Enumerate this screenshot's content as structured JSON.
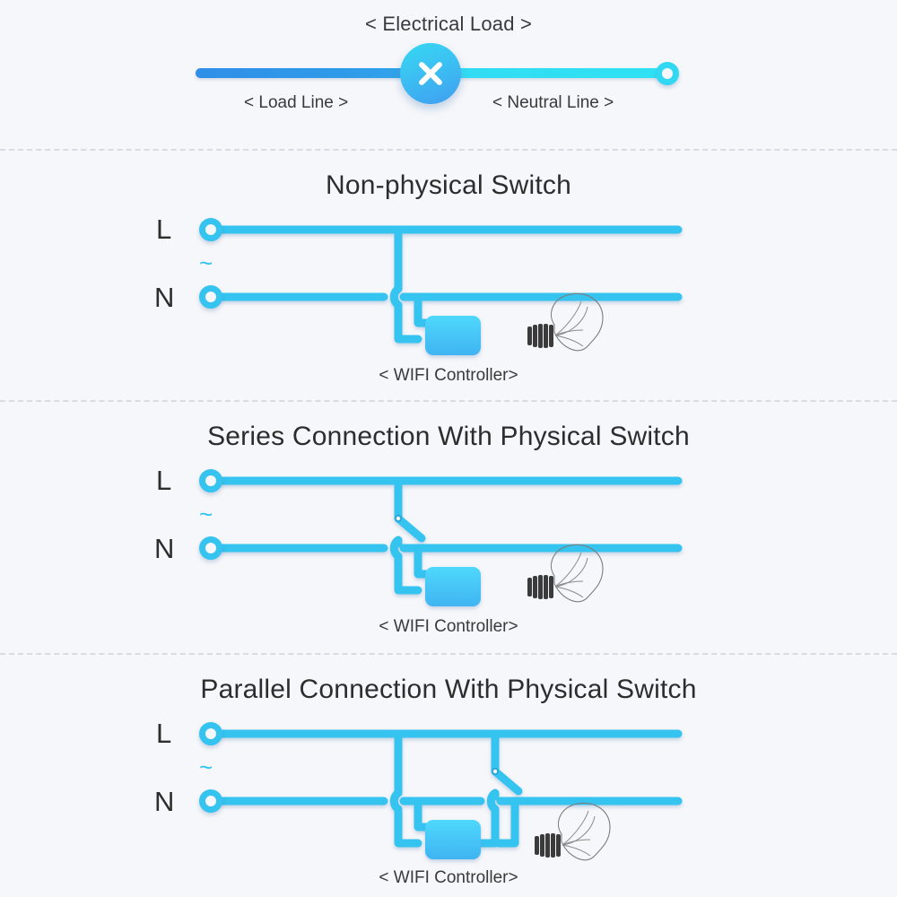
{
  "page": {
    "background_color": "#f6f7fa",
    "wire_color": "#35c3f0",
    "wire_color_dark": "#2f9ae8",
    "wire_color_cyan": "#2fe2f3",
    "controller_color": "#46c7f5",
    "divider_color": "#d9dbe2"
  },
  "hero": {
    "title": "< Electrical Load >",
    "load_label": "< Load Line >",
    "neutral_label": "< Neutral Line >",
    "marker_icon": "close-x-icon",
    "terminal_icon": "ring-terminal-icon"
  },
  "sections": [
    {
      "id": "non-physical-switch",
      "title": "Non-physical Switch",
      "live_label": "L",
      "neutral_label": "N",
      "ac_symbol": "~",
      "controller_caption": "< WIFI Controller>",
      "has_physical_switch": false,
      "switch_type": "none"
    },
    {
      "id": "series-connection",
      "title": "Series Connection With Physical Switch",
      "live_label": "L",
      "neutral_label": "N",
      "ac_symbol": "~",
      "controller_caption": "< WIFI Controller>",
      "has_physical_switch": true,
      "switch_type": "series"
    },
    {
      "id": "parallel-connection",
      "title": "Parallel Connection With Physical Switch",
      "live_label": "L",
      "neutral_label": "N",
      "ac_symbol": "~",
      "controller_caption": "< WIFI Controller>",
      "has_physical_switch": true,
      "switch_type": "parallel"
    }
  ],
  "icons": {
    "bulb": "light-bulb-icon",
    "controller": "wifi-controller-icon",
    "knife_switch": "knife-switch-icon",
    "wire_hop": "wire-hop-icon",
    "ring_terminal": "ring-terminal-icon"
  }
}
